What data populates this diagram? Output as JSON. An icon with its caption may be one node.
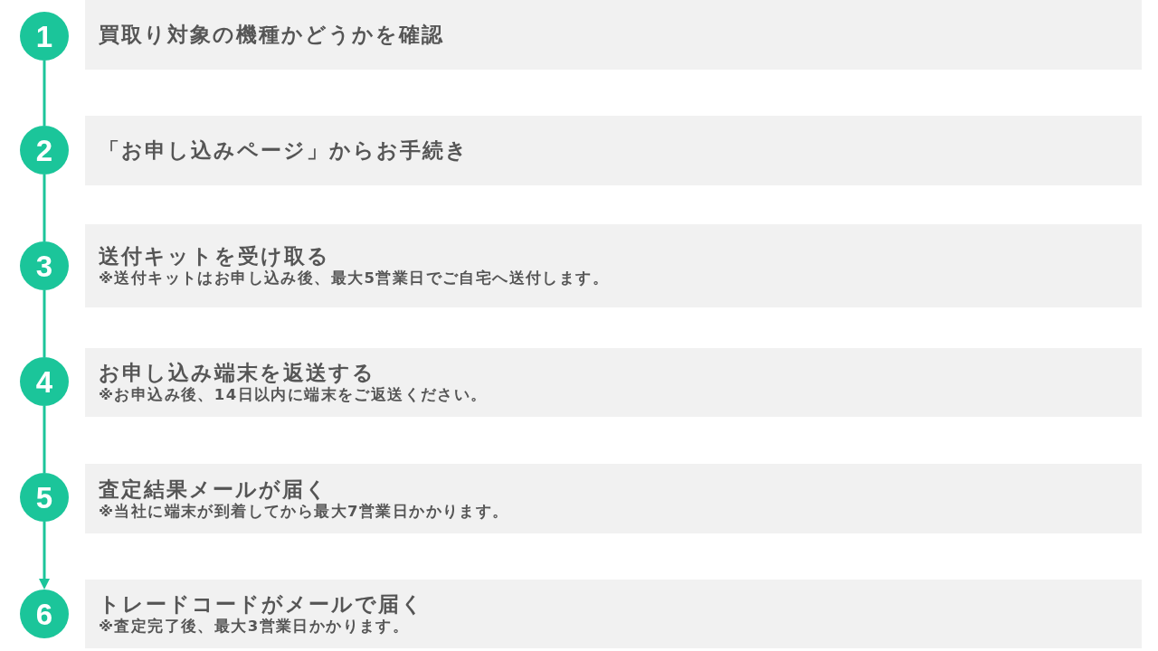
{
  "diagram": {
    "nodes": [
      {
        "text": [
          "1"
        ]
      },
      {
        "text": [
          "買取り対象の機種かどうかを確認"
        ]
      },
      {
        "text": [
          "2"
        ]
      },
      {
        "text": [
          "「お申し込みページ」からお手続き"
        ]
      },
      {
        "text": [
          "3"
        ]
      },
      {
        "text": [
          "送付キットを受け取る",
          "※送付キットはお申し込み後、最大5営業日でご自宅へ送付します。"
        ]
      },
      {
        "text": [
          "4"
        ]
      },
      {
        "text": [
          "お申し込み端末を返送する",
          "※お申込み後、14日以内に端末をご返送ください。"
        ]
      },
      {
        "text": [
          "5"
        ]
      },
      {
        "text": [
          "査定結果メールが届く",
          "※当社に端末が到着してから最大7営業日かかります。"
        ]
      },
      {
        "text": [
          "6"
        ]
      },
      {
        "text": [
          "トレードコードがメールで届く",
          "※査定完了後、最大3営業日かかります。"
        ]
      }
    ],
    "edges": [
      {
        "from": 0,
        "to": 2,
        "arrow": "none"
      },
      {
        "from": 2,
        "to": 4,
        "arrow": "none"
      },
      {
        "from": 4,
        "to": 6,
        "arrow": "none"
      },
      {
        "from": 6,
        "to": 8,
        "arrow": "none"
      },
      {
        "from": 8,
        "to": 10,
        "arrow": "to"
      }
    ]
  }
}
